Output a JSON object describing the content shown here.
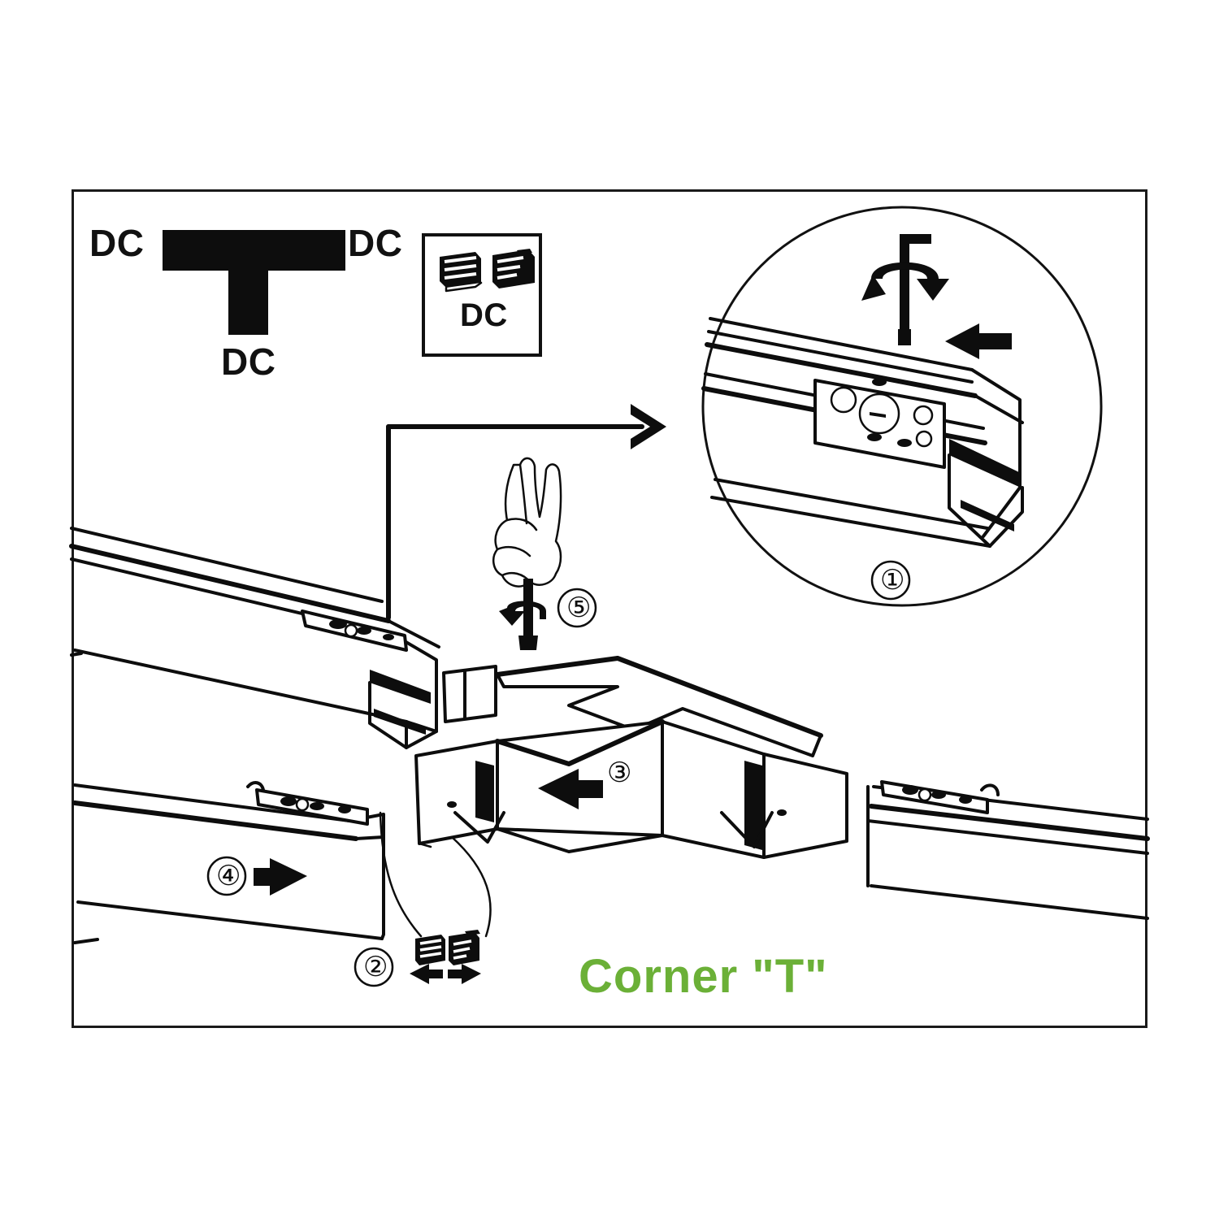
{
  "diagram": {
    "title": "Corner \"T\"",
    "title_color": "#6bb037",
    "frame_border_color": "#1a1a1a",
    "ink_color": "#0d0d0d",
    "background": "#ffffff"
  },
  "schematic": {
    "shape": "T",
    "labels": {
      "left": "DC",
      "right": "DC",
      "bottom": "DC"
    }
  },
  "legend": {
    "label": "DC",
    "icon_left": "connector-open-icon",
    "icon_right": "connector-capped-icon"
  },
  "detail_callout": {
    "number": "①",
    "icons": {
      "hex_key": "hex-key-icon",
      "rotate_arrow": "rotation-arrow-icon",
      "push_arrow": "left-arrow-icon"
    }
  },
  "steps": [
    {
      "id": "step-2",
      "number": "②",
      "icons": [
        "right-arrow-icon",
        "left-arrow-icon"
      ]
    },
    {
      "id": "step-3",
      "number": "③",
      "icons": [
        "left-arrow-icon"
      ]
    },
    {
      "id": "step-4",
      "number": "④",
      "icons": [
        "right-arrow-icon"
      ]
    },
    {
      "id": "step-5",
      "number": "⑤",
      "icons": [
        "hand-holding-hex-key-icon",
        "rotation-arrow-icon"
      ]
    }
  ]
}
